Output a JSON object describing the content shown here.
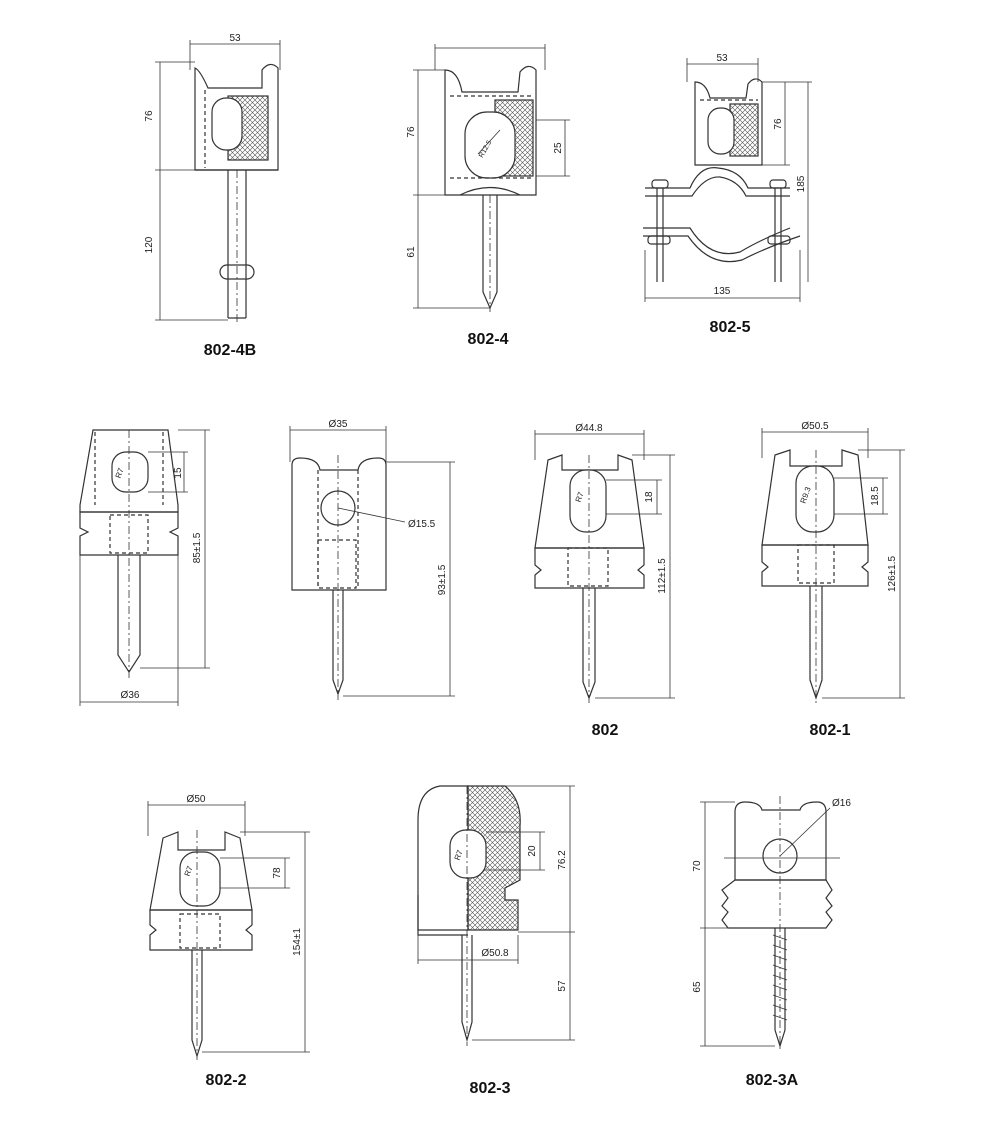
{
  "drawings": [
    {
      "id": "802-4B",
      "caption": "802-4B",
      "dims": [
        "53",
        "76",
        "120"
      ]
    },
    {
      "id": "802-4",
      "caption": "802-4",
      "dims": [
        "76",
        "25",
        "61"
      ],
      "radius": "R12.5"
    },
    {
      "id": "802-5",
      "caption": "802-5",
      "dims": [
        "53",
        "76",
        "185",
        "135"
      ]
    },
    {
      "id": "802-6",
      "caption": "",
      "dims": [
        "15",
        "85±1.5",
        "Ø36"
      ],
      "radius": "R7"
    },
    {
      "id": "802-7",
      "caption": "",
      "dims": [
        "Ø35",
        "Ø15.5",
        "93±1.5"
      ]
    },
    {
      "id": "802",
      "caption": "802",
      "dims": [
        "Ø44.8",
        "18",
        "112±1.5"
      ],
      "radius": "R7"
    },
    {
      "id": "802-1",
      "caption": "802-1",
      "dims": [
        "Ø50.5",
        "18.5",
        "126±1.5"
      ],
      "radius": "R9.3"
    },
    {
      "id": "802-2",
      "caption": "802-2",
      "dims": [
        "Ø50",
        "78",
        "154±1"
      ],
      "radius": "R7"
    },
    {
      "id": "802-3",
      "caption": "802-3",
      "dims": [
        "20",
        "76.2",
        "Ø50.8",
        "57"
      ],
      "radius": "R7"
    },
    {
      "id": "802-3A",
      "caption": "802-3A",
      "dims": [
        "Ø16",
        "70",
        "65"
      ]
    }
  ],
  "colors": {
    "line": "#333333",
    "hatch": "#555555",
    "body": "#ffffff"
  }
}
